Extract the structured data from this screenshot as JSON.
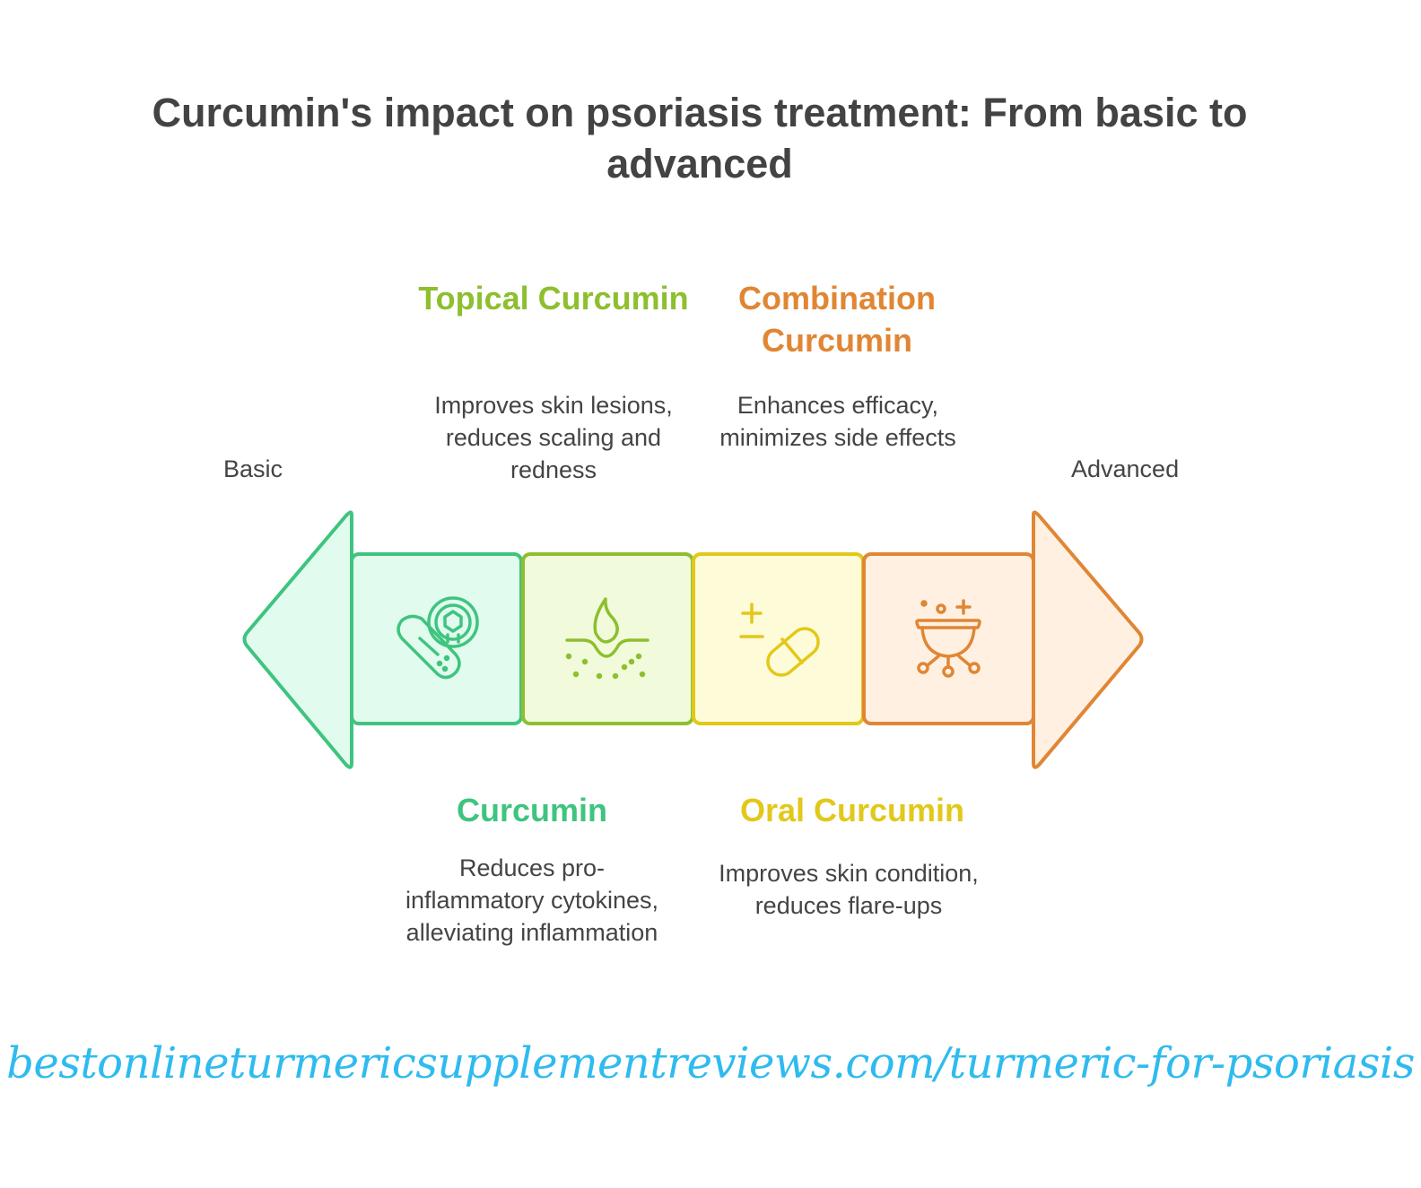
{
  "title": "Curcumin's impact on psoriasis treatment: From basic to advanced",
  "axis": {
    "start_label": "Basic",
    "end_label": "Advanced"
  },
  "stages": [
    {
      "title": "Curcumin",
      "description": "Reduces pro-inflammatory cytokines, alleviating inflammation",
      "color": "#3fc47f",
      "fill": "#e2fbef",
      "icon": "capsule-molecule-icon",
      "label_position": "below"
    },
    {
      "title": "Topical Curcumin",
      "description": "Improves skin lesions, reduces scaling and redness",
      "color": "#8dbf2e",
      "fill": "#f1fbdc",
      "icon": "skin-droplet-icon",
      "label_position": "above"
    },
    {
      "title": "Oral Curcumin",
      "description": "Improves skin condition, reduces flare-ups",
      "color": "#e2c81a",
      "fill": "#fefbd8",
      "icon": "pill-plus-minus-icon",
      "label_position": "below"
    },
    {
      "title": "Combination Curcumin",
      "description": "Enhances efficacy, minimizes side effects",
      "color": "#e08634",
      "fill": "#fff0e2",
      "icon": "cauldron-icon",
      "label_position": "above"
    }
  ],
  "footer": {
    "url": "bestonlineturmericsupplementreviews.com/turmeric-for-psoriasis",
    "color": "#2fbbef"
  }
}
